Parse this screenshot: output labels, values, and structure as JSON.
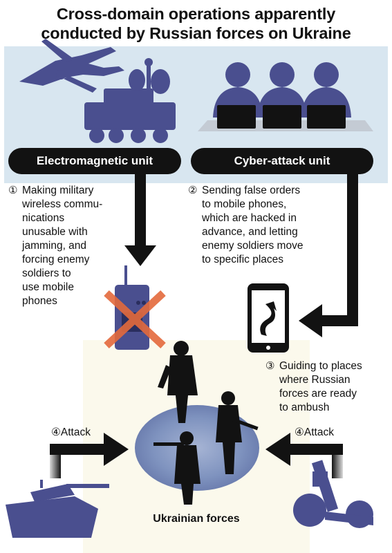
{
  "title": {
    "line1": "Cross-domain operations apparently",
    "line2": "conducted by Russian forces on Ukraine"
  },
  "units": {
    "electromagnetic": "Electromagnetic unit",
    "cyber": "Cyber-attack unit"
  },
  "steps": {
    "step1": {
      "num": "①",
      "lines": [
        "Making military",
        "wireless commu-",
        "nications",
        "unusable with",
        "jamming, and",
        "forcing enemy",
        "soldiers to",
        "use mobile",
        "phones"
      ]
    },
    "step2": {
      "num": "②",
      "lines": [
        "Sending false orders",
        "to mobile phones,",
        "which are hacked in",
        "advance, and letting",
        "enemy soldiers move",
        "to specific places"
      ]
    },
    "step3": {
      "num": "③",
      "lines": [
        "Guiding to places",
        "where Russian",
        "forces are ready",
        "to ambush"
      ]
    },
    "step4": {
      "num": "④",
      "label": "Attack"
    }
  },
  "target": "Ukrainian forces",
  "icons": [
    "drone-icon",
    "radar-vehicle-icon",
    "hacker-silhouettes-icon",
    "radio-icon",
    "cross-mark-icon",
    "smartphone-icon",
    "soldiers-icon",
    "tank-icon",
    "mortar-icon"
  ],
  "colors": {
    "silhouette": "#4a4f8f",
    "arrow": "#121212",
    "cross": "#e46a3c",
    "top_band": "#d8e6f0",
    "spotlight": "#7f93bf"
  }
}
